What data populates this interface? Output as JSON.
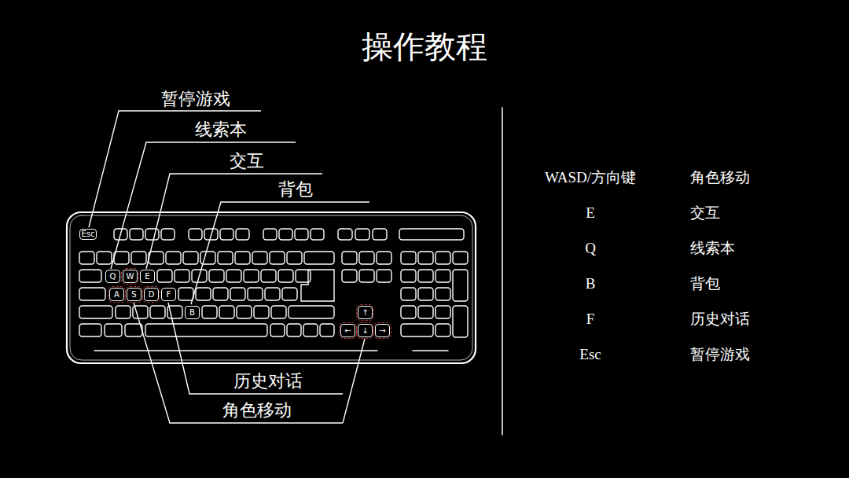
{
  "diagram": {
    "title": "操作教程",
    "nodes": [
      {
        "text": [
          "Esc"
        ]
      },
      {
        "text": [
          "Q"
        ]
      },
      {
        "text": [
          "W"
        ]
      },
      {
        "text": [
          "E"
        ]
      },
      {
        "text": [
          "A"
        ]
      },
      {
        "text": [
          "S"
        ]
      },
      {
        "text": [
          "D"
        ]
      },
      {
        "text": [
          "F"
        ]
      },
      {
        "text": [
          "B"
        ]
      },
      {
        "text": [
          "↑"
        ]
      },
      {
        "text": [
          "←"
        ]
      },
      {
        "text": [
          "↓"
        ]
      },
      {
        "text": [
          "→"
        ]
      }
    ],
    "labels": [
      "暂停游戏",
      "线索本",
      "交互",
      "背包",
      "历史对话",
      "角色移动",
      "WASD/方向键",
      "角色移动",
      "E",
      "交互",
      "Q",
      "线索本",
      "B",
      "背包",
      "F",
      "历史对话",
      "Esc",
      "暂停游戏"
    ]
  }
}
